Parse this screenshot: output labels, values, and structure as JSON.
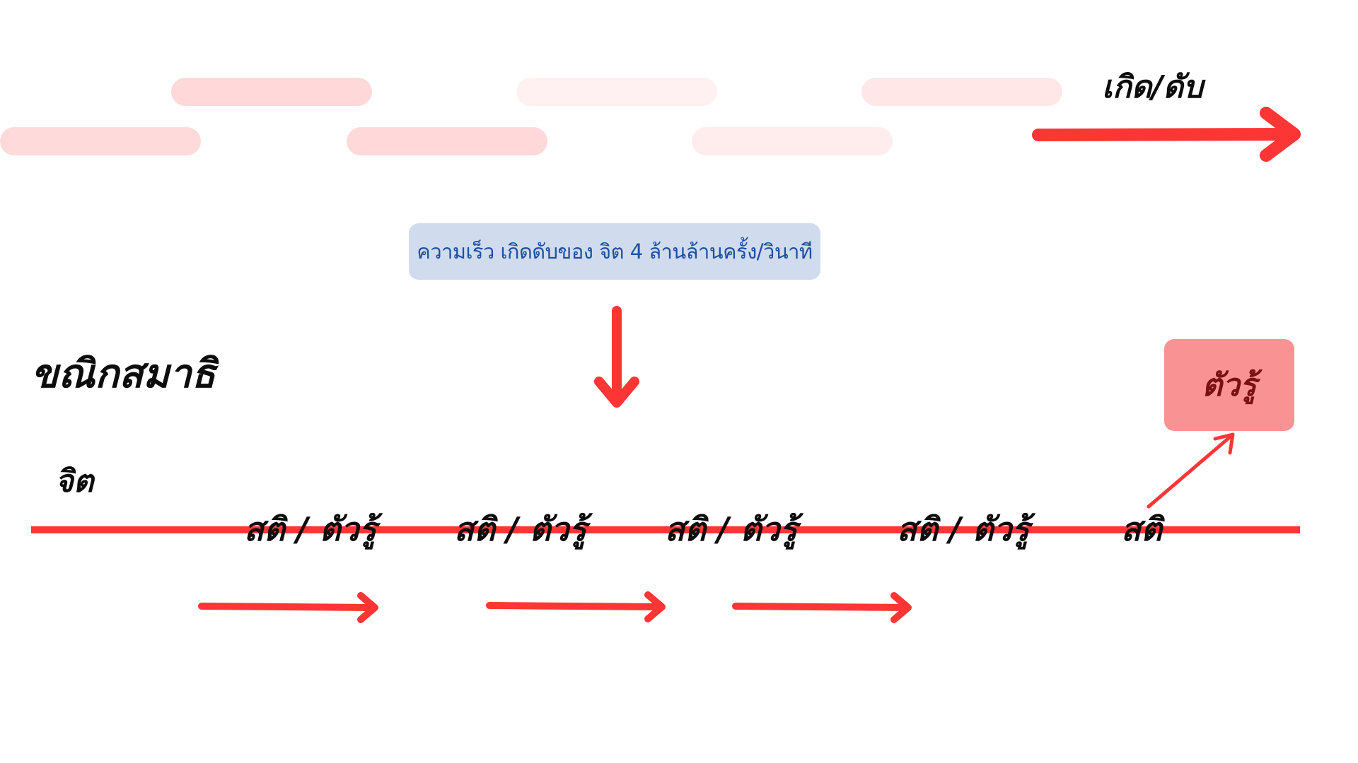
{
  "diagram": {
    "title_top": "เกิด/ดับ",
    "speed_note": "ความเร็ว เกิดดับของ จิต 4 ล้านล้านครั้ง/วินาที",
    "samadhi_label": "ขณิกสมาธิ",
    "mind_label": "จิต",
    "sati_labels": [
      "สติ / ตัวรู้",
      "สติ / ตัวรู้",
      "สติ / ตัวรู้",
      "สติ / ตัวรู้",
      "สติ"
    ],
    "knower_box": "ตัวรู้"
  },
  "colors": {
    "accent_red": "#fc3535",
    "pill_light": "#ffd9da",
    "pill_lighter": "#fff1f1",
    "note_bg": "#d0dcee",
    "note_text": "#1c4fa3",
    "knower_bg": "#f99393",
    "knower_text": "#7a1010"
  }
}
